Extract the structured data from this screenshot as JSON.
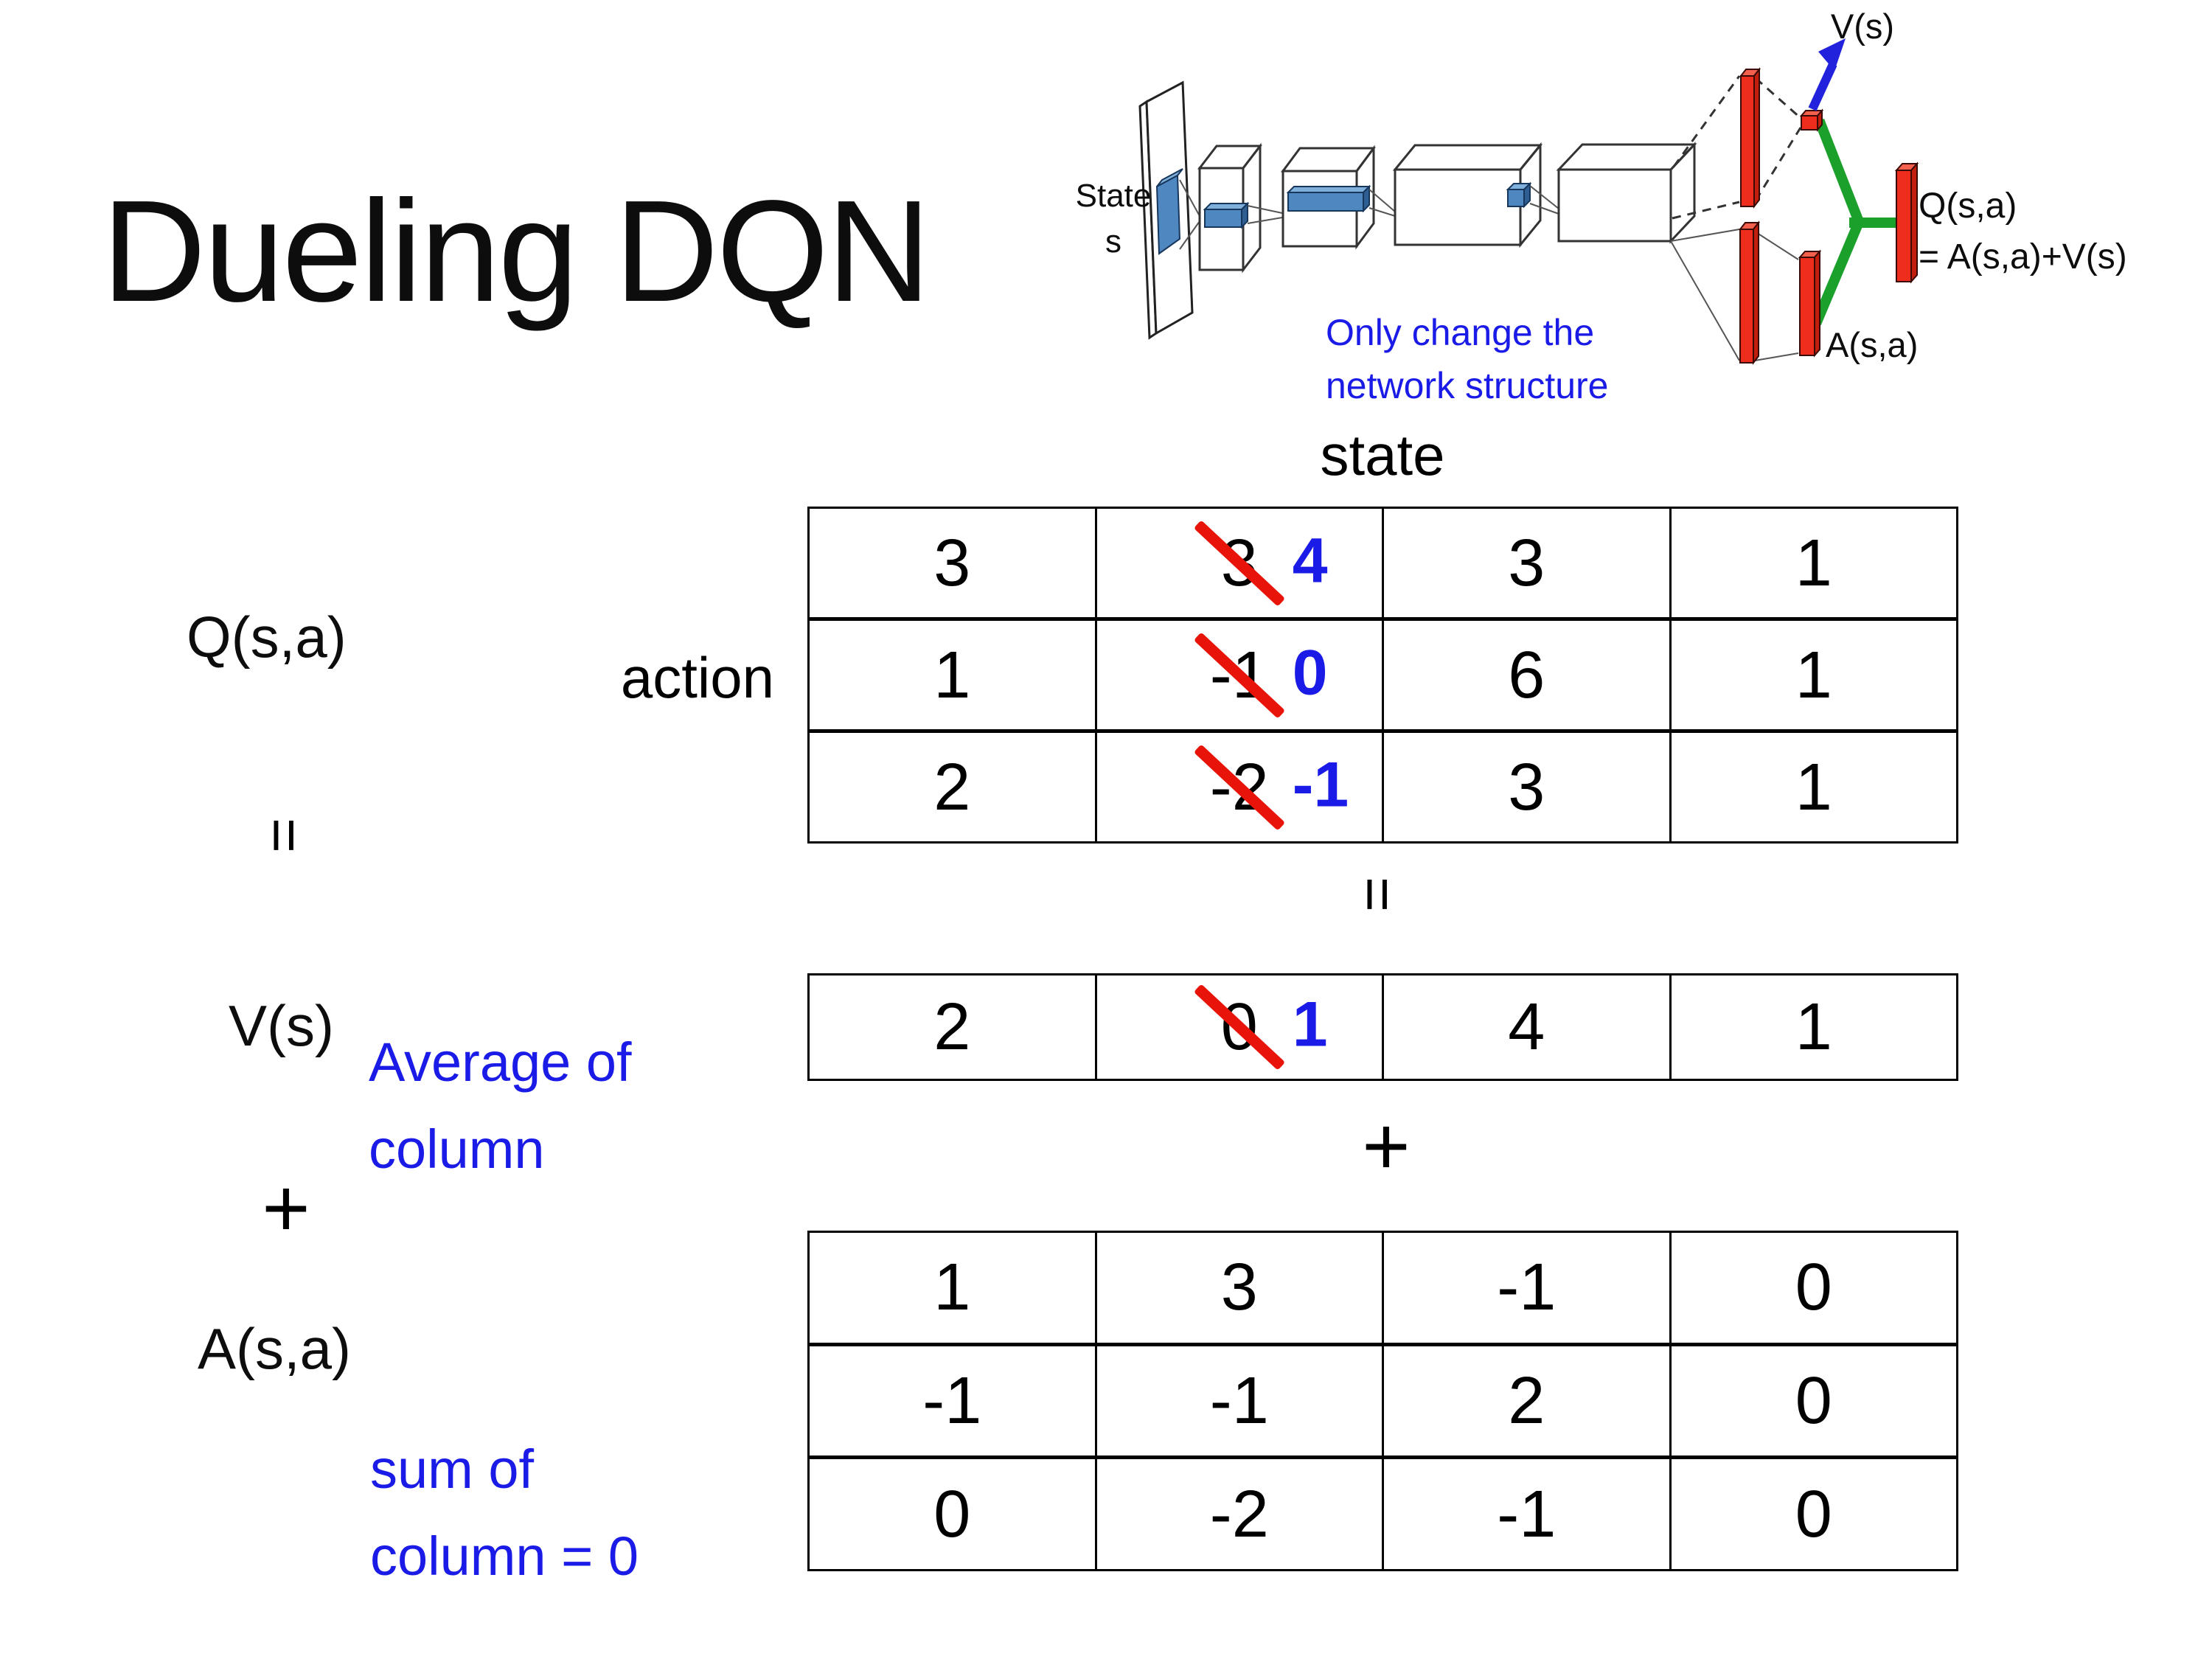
{
  "title": "Dueling DQN",
  "colors": {
    "accent_blue": "#1b1be8",
    "strike_red": "#e91409",
    "bar_red": "#ee2d1c",
    "green_connector": "#1ca02c",
    "arrow_blue": "#2222dd",
    "conv_blue": "#4f87c1"
  },
  "diagram": {
    "state_label_line1": "State",
    "state_label_line2": "s",
    "caption_line1": "Only change the",
    "caption_line2": "network structure",
    "v_label": "V(s)",
    "a_label": "A(s,a)",
    "q_label_line1": "Q(s,a)",
    "q_label_line2": "= A(s,a)+V(s)"
  },
  "axis": {
    "state": "state",
    "action": "action"
  },
  "equation": {
    "q_term": "Q(s,a)",
    "equals_left": "=",
    "v_term": "V(s)",
    "plus_left": "+",
    "a_term": "A(s,a)",
    "equals_middle": "=",
    "plus_middle": "+"
  },
  "annotations": {
    "average_line1": "Average of",
    "average_line2": "column",
    "sum_line1": "sum of",
    "sum_line2": "column = 0"
  },
  "q_table": {
    "rows": [
      {
        "cells": [
          {
            "v": "3"
          },
          {
            "v": "3",
            "new": "4"
          },
          {
            "v": "3"
          },
          {
            "v": "1"
          }
        ]
      },
      {
        "cells": [
          {
            "v": "1"
          },
          {
            "v": "-1",
            "new": "0"
          },
          {
            "v": "6"
          },
          {
            "v": "1"
          }
        ]
      },
      {
        "cells": [
          {
            "v": "2"
          },
          {
            "v": "-2",
            "new": "-1"
          },
          {
            "v": "3"
          },
          {
            "v": "1"
          }
        ]
      }
    ]
  },
  "v_table": {
    "rows": [
      {
        "cells": [
          {
            "v": "2"
          },
          {
            "v": "0",
            "new": "1"
          },
          {
            "v": "4"
          },
          {
            "v": "1"
          }
        ]
      }
    ]
  },
  "a_table": {
    "rows": [
      {
        "cells": [
          {
            "v": "1"
          },
          {
            "v": "3"
          },
          {
            "v": "-1"
          },
          {
            "v": "0"
          }
        ]
      },
      {
        "cells": [
          {
            "v": "-1"
          },
          {
            "v": "-1"
          },
          {
            "v": "2"
          },
          {
            "v": "0"
          }
        ]
      },
      {
        "cells": [
          {
            "v": "0"
          },
          {
            "v": "-2"
          },
          {
            "v": "-1"
          },
          {
            "v": "0"
          }
        ]
      }
    ]
  }
}
